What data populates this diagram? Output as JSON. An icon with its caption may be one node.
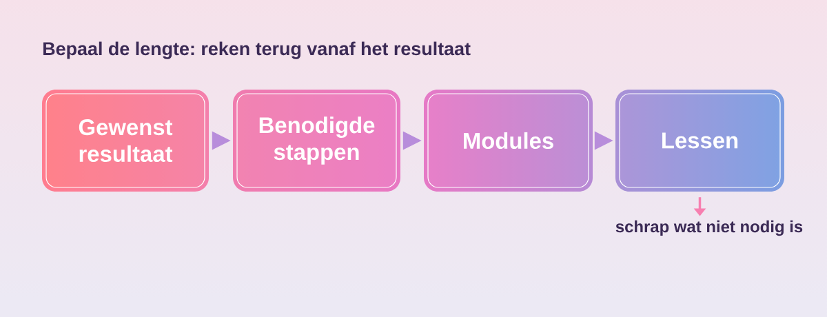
{
  "diagram": {
    "title": "Bepaal de lengte: reken terug vanaf het resultaat",
    "nodes": [
      {
        "text": [
          "Gewenst resultaat"
        ]
      },
      {
        "text": [
          "Benodigde stappen"
        ]
      },
      {
        "text": [
          "Modules"
        ]
      },
      {
        "text": [
          "Lessen"
        ]
      },
      {
        "text": [
          "schrap wat niet nodig is"
        ]
      }
    ],
    "edges": [
      {
        "from": 0,
        "to": 1,
        "arrow": "to"
      },
      {
        "from": 1,
        "to": 2,
        "arrow": "to"
      },
      {
        "from": 2,
        "to": 3,
        "arrow": "to"
      },
      {
        "from": 3,
        "to": 4,
        "arrow": "to",
        "color": "#f77fb0"
      }
    ]
  }
}
